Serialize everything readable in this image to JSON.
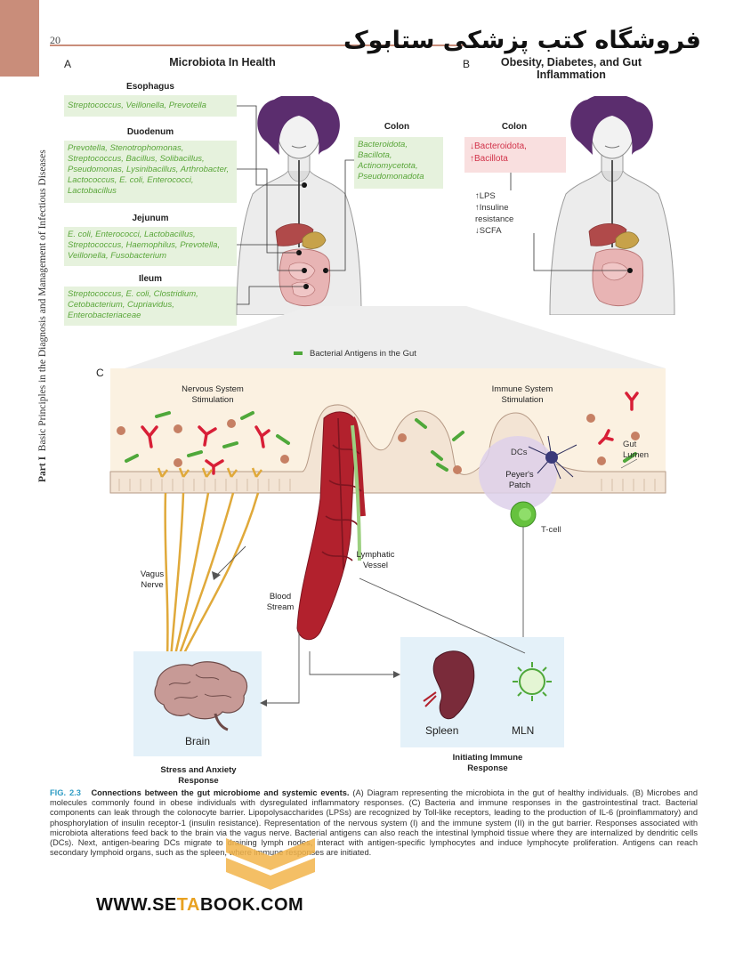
{
  "page": {
    "number": "20",
    "site_header": "فروشگاه کتب پزشکی ستابوک",
    "running_head_part": "Part I",
    "running_head_title": "Basic Principles in the Diagnosis and Management of Infectious Diseases"
  },
  "panel_a": {
    "letter": "A",
    "title": "Microbiota In Health",
    "regions": [
      {
        "name": "Esophagus",
        "microbes": "Streptococcus, Veillonella, Prevotella"
      },
      {
        "name": "Duodenum",
        "microbes": "Prevotella, Stenotrophomonas, Streptococcus, Bacillus, Solibacillus, Pseudomonas, Lysinibacillus, Arthrobacter, Lactococcus, E. coli, Enterococci, Lactobacillus"
      },
      {
        "name": "Jejunum",
        "microbes": "E. coli, Enterococci, Lactobacillus, Streptococcus, Haemophilus, Prevotella, Veillonella, Fusobacterium"
      },
      {
        "name": "Ileum",
        "microbes": "Streptococcus, E. coli, Clostridium, Cetobacterium, Cupriavidus, Enterobacteriaceae"
      },
      {
        "name": "Colon",
        "microbes": "Bacteroidota, Bacillota, Actinomycetota, Pseudomonadota"
      }
    ]
  },
  "panel_b": {
    "letter": "B",
    "title": "Obesity, Diabetes, and Gut Inflammation",
    "colon_label": "Colon",
    "changes": [
      "↓Bacteroidota,",
      "↑Bacillota"
    ],
    "effects": [
      "↑LPS",
      "↑Insuline resistance",
      "↓SCFA"
    ]
  },
  "panel_c": {
    "letter": "C",
    "legend": "Bacterial Antigens in the Gut",
    "nervous_system": "Nervous System Stimulation",
    "immune_system": "Immune System Stimulation",
    "gut_lumen": "Gut Lumen",
    "dcs": "DCs",
    "peyers_patch": "Peyer's Patch",
    "t_cell": "T-cell",
    "vagus_nerve": "Vagus Nerve",
    "lymphatic_vessel": "Lymphatic Vessel",
    "blood_stream": "Blood Stream",
    "brain": "Brain",
    "stress": "Stress and Anxiety Response",
    "spleen": "Spleen",
    "mln": "MLN",
    "initiating": "Initiating Immune Response"
  },
  "caption": {
    "fig_number": "FIG. 2.3",
    "fig_title": "Connections between the gut microbiome and systemic events.",
    "text": "(A) Diagram representing the microbiota in the gut of healthy individuals. (B) Microbes and molecules commonly found in obese individuals with dysregulated inflammatory responses. (C) Bacteria and immune responses in the gastrointestinal tract. Bacterial components can leak through the colonocyte barrier. Lipopolysaccharides (LPSs) are recognized by Toll-like receptors, leading to the production of IL-6 (proinflammatory) and phosphorylation of insulin receptor-1 (insulin resistance). Representation of the nervous system (I) and the immune system (II) in the gut barrier. Responses associated with microbiota alterations feed back to the brain via the vagus nerve. Bacterial antigens can also reach the intestinal lymphoid tissue where they are internalized by dendritic cells (DCs). Next, antigen-bearing DCs migrate to draining lymph nodes, interact with antigen-specific lymphocytes and induce lymphocyte proliferation. Antigens can reach secondary lymphoid organs, such as the spleen, where immune responses are initiated."
  },
  "footer": {
    "website_prefix": "WWW.SE",
    "website_highlight": "TA",
    "website_suffix": "BOOK.COM"
  },
  "colors": {
    "accent_rule": "#c98d7a",
    "microbe_green": "#5aa63a",
    "green_box": "#e6f2dd",
    "pink_box": "#f9dfdf",
    "caption_blue": "#2e9cc4"
  }
}
